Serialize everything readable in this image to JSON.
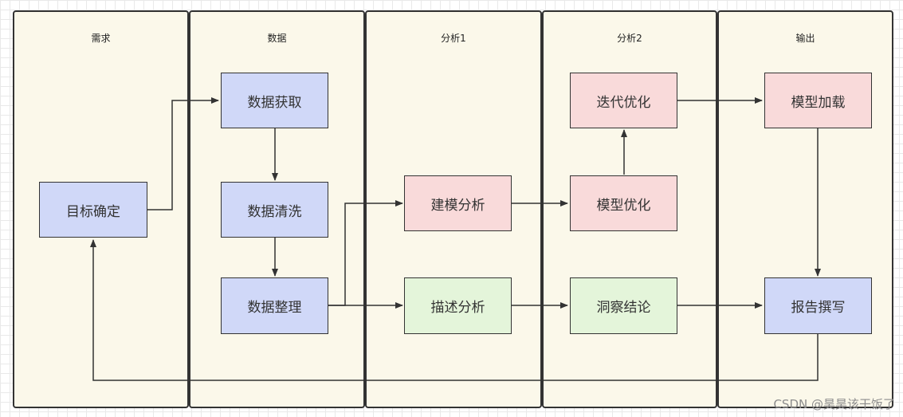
{
  "lanes": [
    {
      "title": "需求"
    },
    {
      "title": "数据"
    },
    {
      "title": "分析1"
    },
    {
      "title": "分析2"
    },
    {
      "title": "输出"
    }
  ],
  "nodes": {
    "target": "目标确定",
    "acquire": "数据获取",
    "clean": "数据清洗",
    "organize": "数据整理",
    "modeling": "建模分析",
    "descriptive": "描述分析",
    "iterate": "迭代优化",
    "model_opt": "模型优化",
    "insight": "洞察结论",
    "model_load": "模型加载",
    "report": "报告撰写"
  },
  "colors": {
    "blue_fill": "#d0d8f8",
    "pink_fill": "#f9dada",
    "green_fill": "#e4f5da",
    "lane_fill": "#fbf8ea",
    "stroke": "#333333"
  },
  "watermark": "CSDN @昊昊该干饭了"
}
